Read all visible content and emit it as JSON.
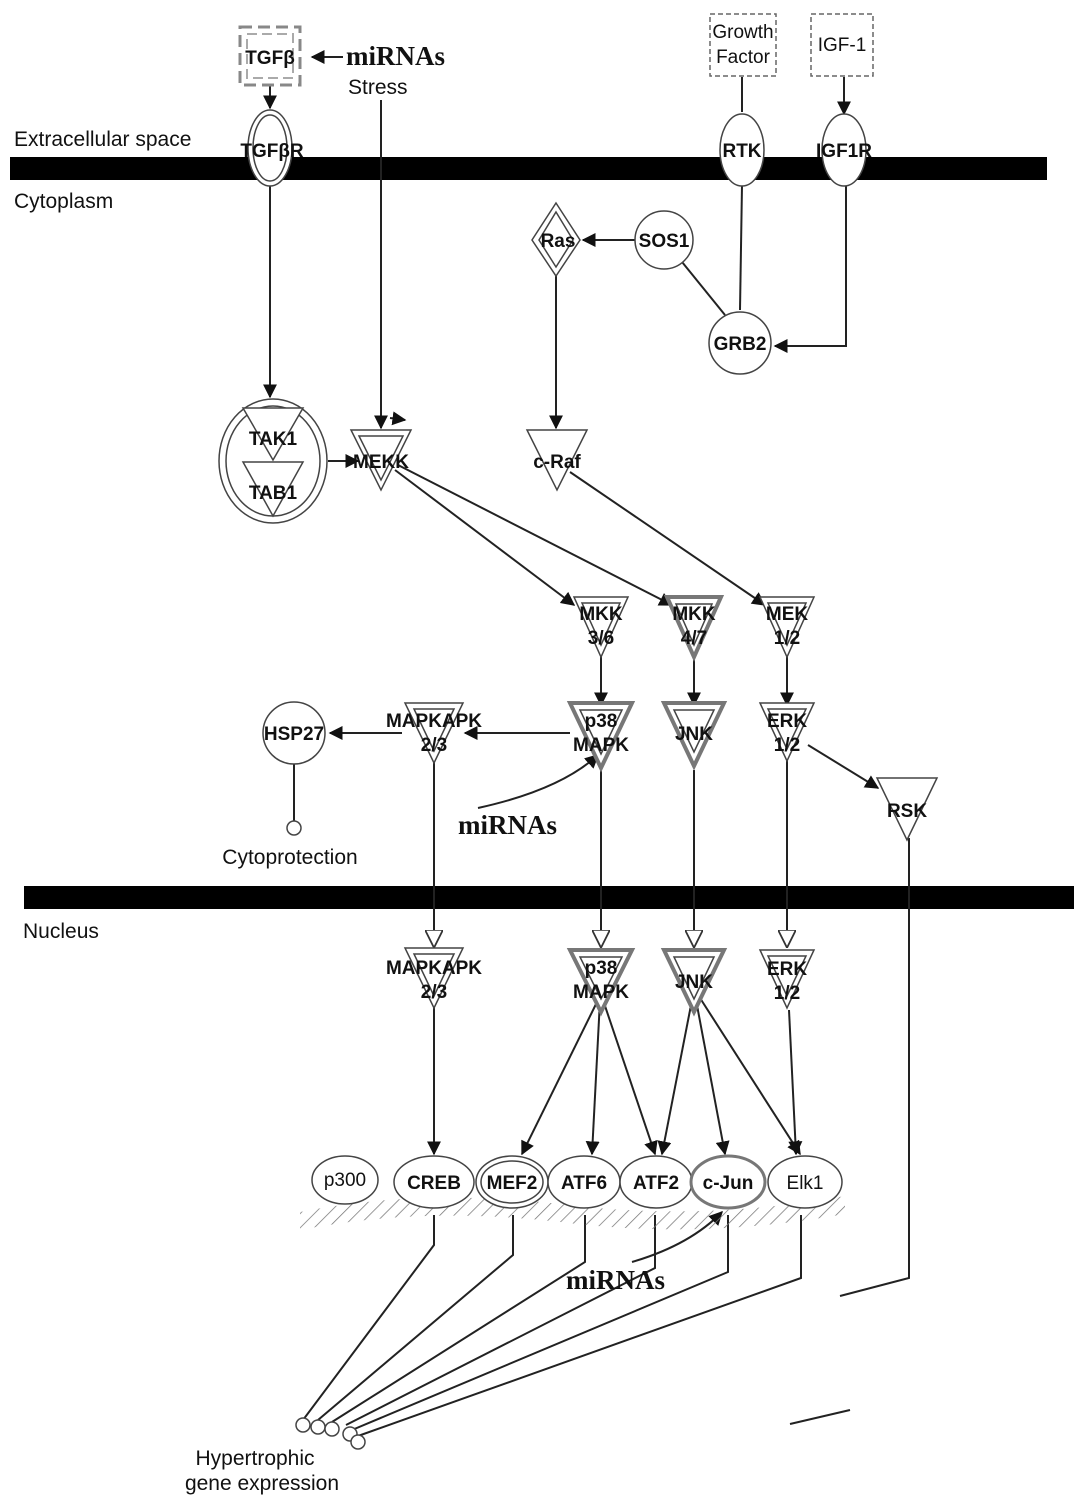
{
  "regions": {
    "extracellular": "Extracellular space",
    "cytoplasm": "Cytoplasm",
    "nucleus": "Nucleus"
  },
  "labels": {
    "tgfb": "TGFβ",
    "mirnas_top": "miRNAs",
    "stress": "Stress",
    "growth_factor_1": "Growth",
    "growth_factor_2": "Factor",
    "igf1": "IGF-1",
    "tgfbr": "TGFβR",
    "rtk": "RTK",
    "igf1r": "IGF1R",
    "ras": "Ras",
    "sos1": "SOS1",
    "grb2": "GRB2",
    "tak1": "TAK1",
    "tab1": "TAB1",
    "mekk": "MEKK",
    "craf": "c-Raf",
    "mkk36_1": "MKK",
    "mkk36_2": "3/6",
    "mkk47_1": "MKK",
    "mkk47_2": "4/7",
    "mek12_1": "MEK",
    "mek12_2": "1/2",
    "hsp27": "HSP27",
    "mapkapk_c_1": "MAPKAPK",
    "mapkapk_c_2": "2/3",
    "p38_c_1": "p38",
    "p38_c_2": "MAPK",
    "jnk_c": "JNK",
    "erk_c_1": "ERK",
    "erk_c_2": "1/2",
    "rsk": "RSK",
    "mirnas_mid": "miRNAs",
    "cytoprotection": "Cytoprotection",
    "mapkapk_n_1": "MAPKAPK",
    "mapkapk_n_2": "2/3",
    "p38_n_1": "p38",
    "p38_n_2": "MAPK",
    "jnk_n": "JNK",
    "erk_n_1": "ERK",
    "erk_n_2": "1/2",
    "p300": "p300",
    "creb": "CREB",
    "mef2": "MEF2",
    "atf6": "ATF6",
    "atf2": "ATF2",
    "cjun": "c-Jun",
    "elk1": "Elk1",
    "mirnas_bottom": "miRNAs",
    "hypertrophic_1": "Hypertrophic",
    "hypertrophic_2": "gene expression"
  }
}
